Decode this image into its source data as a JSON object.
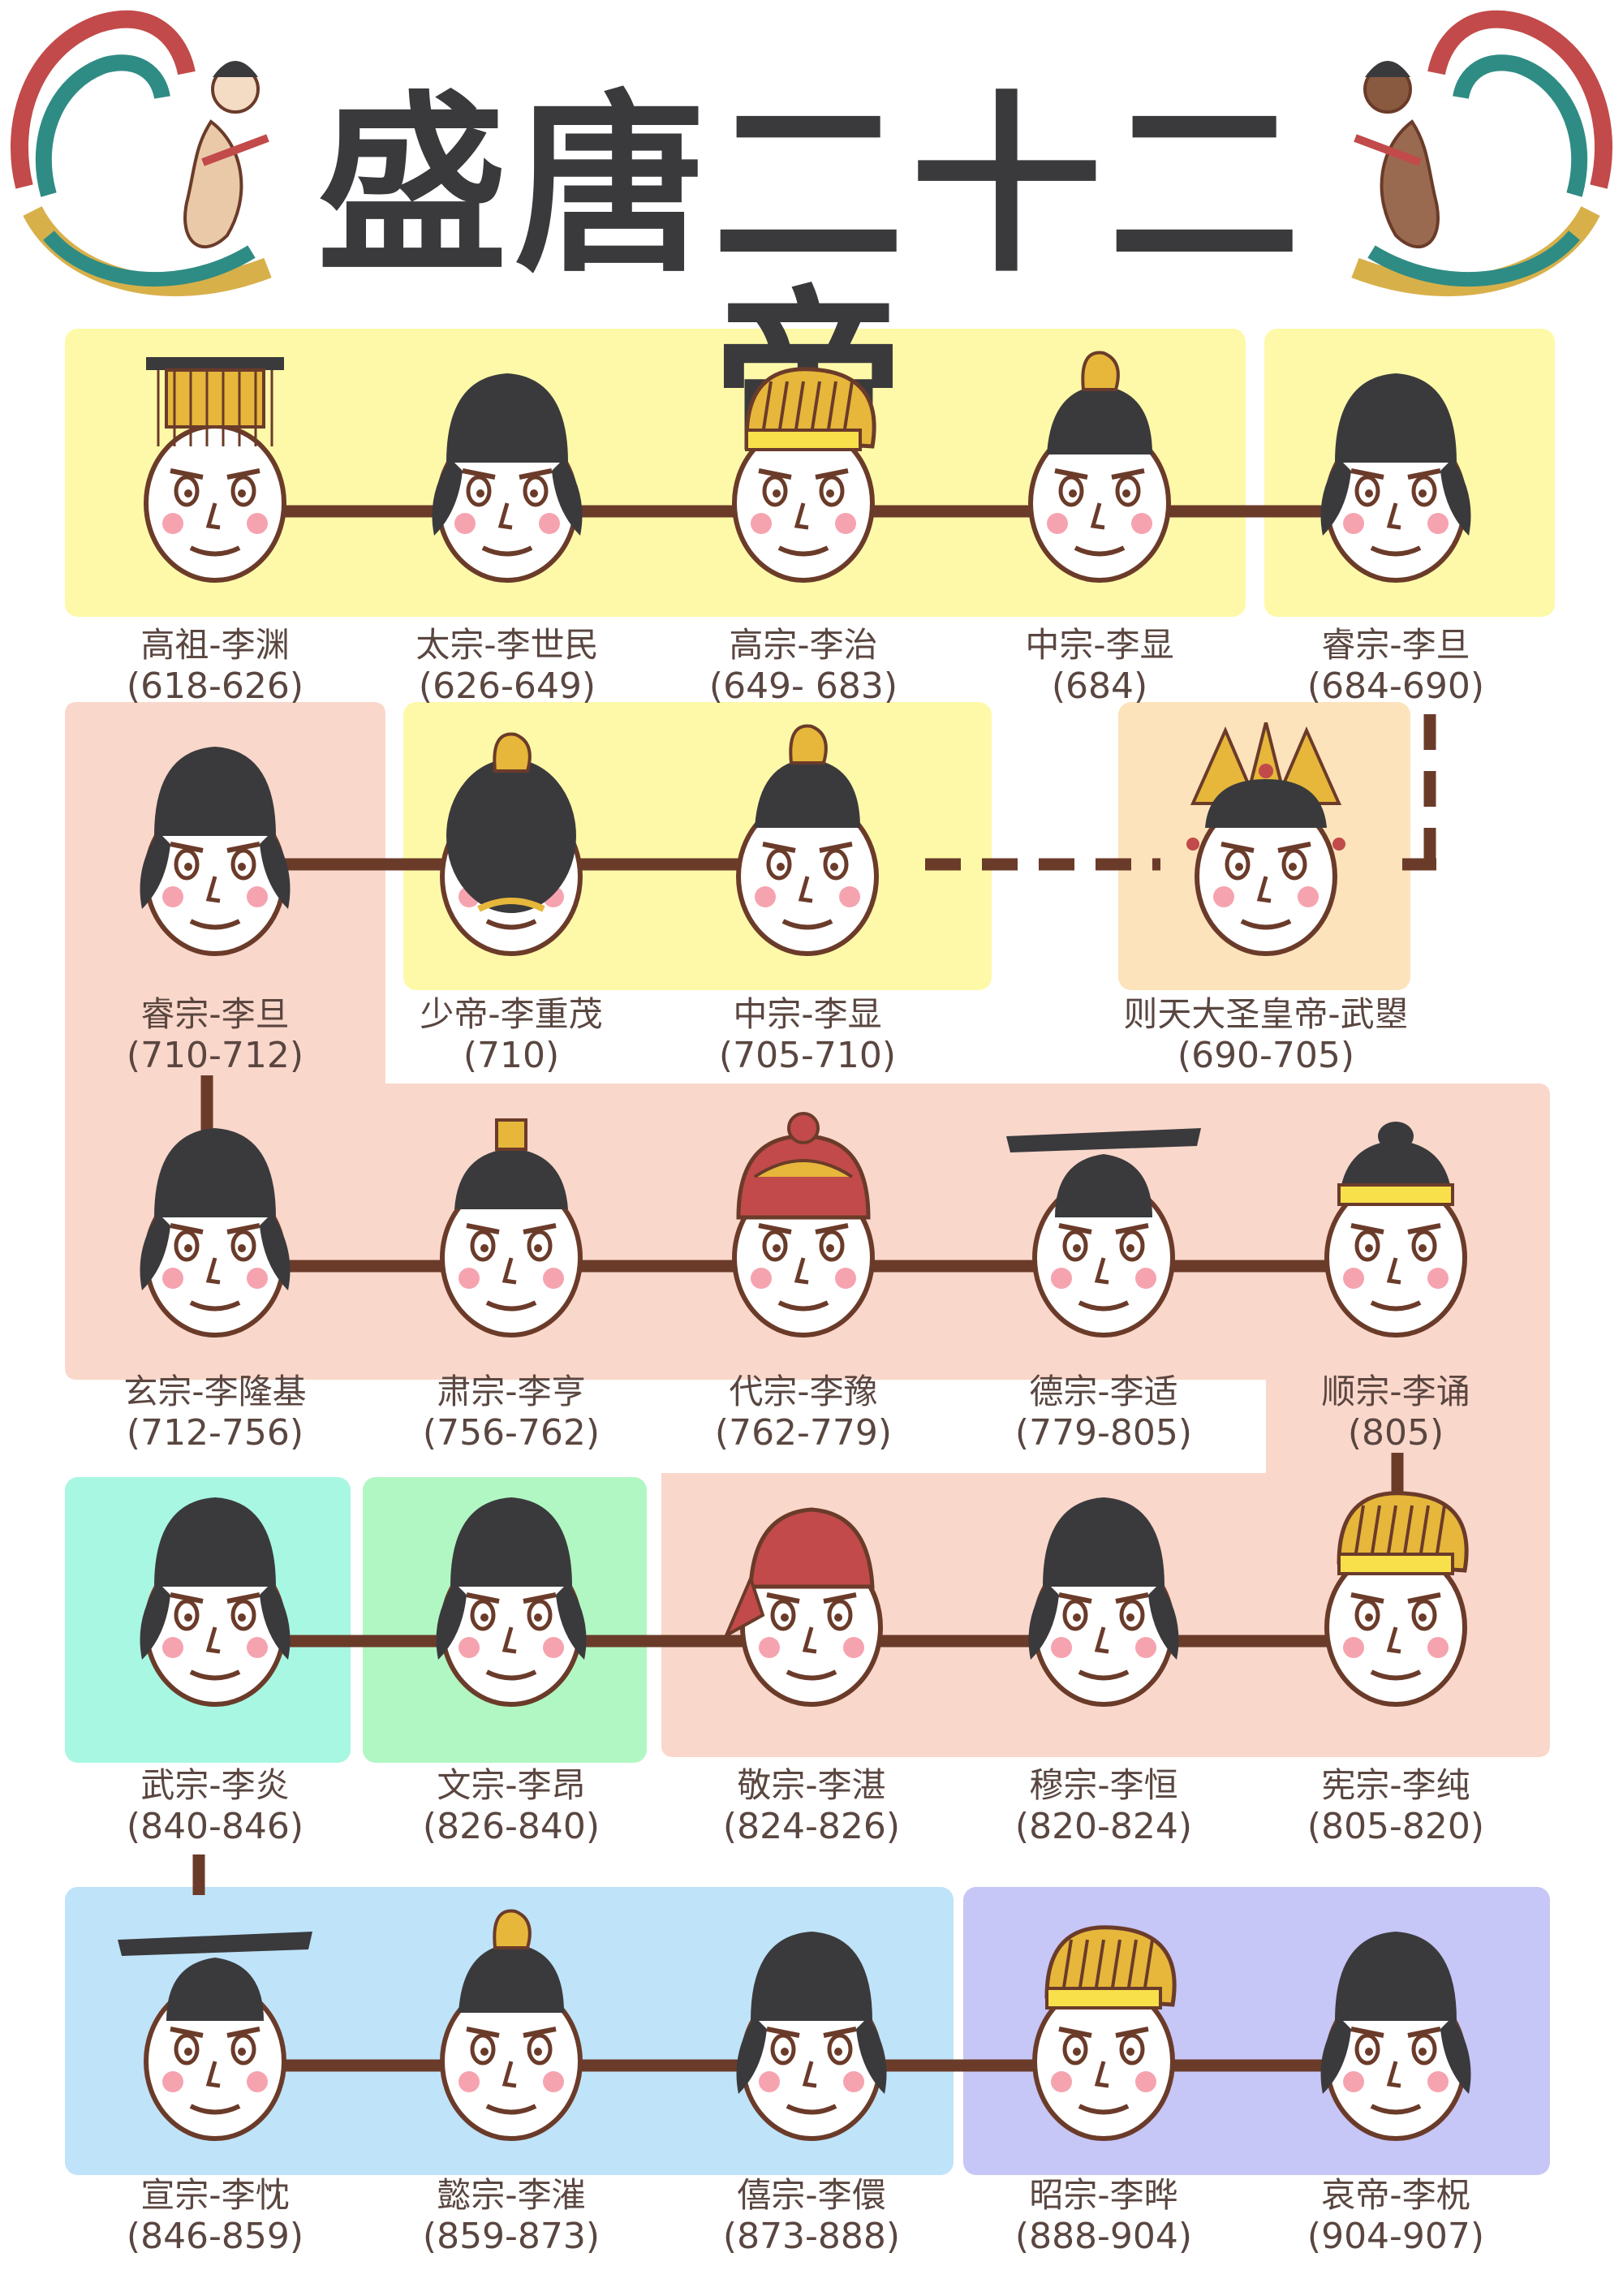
{
  "title": "盛唐二十二帝",
  "colors": {
    "yellow": "#fdf9a8",
    "pink": "#fad7cb",
    "mint": "#a8f7e2",
    "green": "#b1f7c3",
    "blue": "#bfe3f9",
    "lavender": "#c6c6f7",
    "peach": "#fde3bb",
    "line": "#6b3b2a",
    "text": "#5a4640"
  },
  "emperors": [
    {
      "name": "高祖-李渊",
      "years": "(618-626)",
      "hat": "mian-crown"
    },
    {
      "name": "太宗-李世民",
      "years": "(626-649)",
      "hat": "futou"
    },
    {
      "name": "高宗-李治",
      "years": "(649- 683)",
      "hat": "golden-helmet"
    },
    {
      "name": "中宗-李显",
      "years": "(684)",
      "hat": "topknot"
    },
    {
      "name": "睿宗-李旦",
      "years": "(684-690)",
      "hat": "futou"
    },
    {
      "name": "睿宗-李旦",
      "years": "(710-712)",
      "hat": "futou"
    },
    {
      "name": "少帝-李重茂",
      "years": "(710)",
      "hat": "topknot-back"
    },
    {
      "name": "中宗-李显",
      "years": "(705-710)",
      "hat": "topknot"
    },
    {
      "name": "则天大圣皇帝-武曌",
      "years": "(690-705)",
      "hat": "phoenix-crown"
    },
    {
      "name": "玄宗-李隆基",
      "years": "(712-756)",
      "hat": "futou"
    },
    {
      "name": "肃宗-李亨",
      "years": "(756-762)",
      "hat": "small-cap"
    },
    {
      "name": "代宗-李豫",
      "years": "(762-779)",
      "hat": "war-helmet"
    },
    {
      "name": "德宗-李适",
      "years": "(779-805)",
      "hat": "flat-crown"
    },
    {
      "name": "顺宗-李诵",
      "years": "(805)",
      "hat": "headband"
    },
    {
      "name": "宪宗-李纯",
      "years": "(805-820)",
      "hat": "golden-helmet"
    },
    {
      "name": "穆宗-李恒",
      "years": "(820-824)",
      "hat": "futou"
    },
    {
      "name": "敬宗-李湛",
      "years": "(824-826)",
      "hat": "red-scarf"
    },
    {
      "name": "文宗-李昂",
      "years": "(826-840)",
      "hat": "futou"
    },
    {
      "name": "武宗-李炎",
      "years": "(840-846)",
      "hat": "futou"
    },
    {
      "name": "宣宗-李忱",
      "years": "(846-859)",
      "hat": "flat-crown"
    },
    {
      "name": "懿宗-李漼",
      "years": "(859-873)",
      "hat": "topknot"
    },
    {
      "name": "僖宗-李儇",
      "years": "(873-888)",
      "hat": "futou"
    },
    {
      "name": "昭宗-李晔",
      "years": "(888-904)",
      "hat": "golden-helmet"
    },
    {
      "name": "哀帝-李柷",
      "years": "(904-907)",
      "hat": "futou"
    }
  ]
}
